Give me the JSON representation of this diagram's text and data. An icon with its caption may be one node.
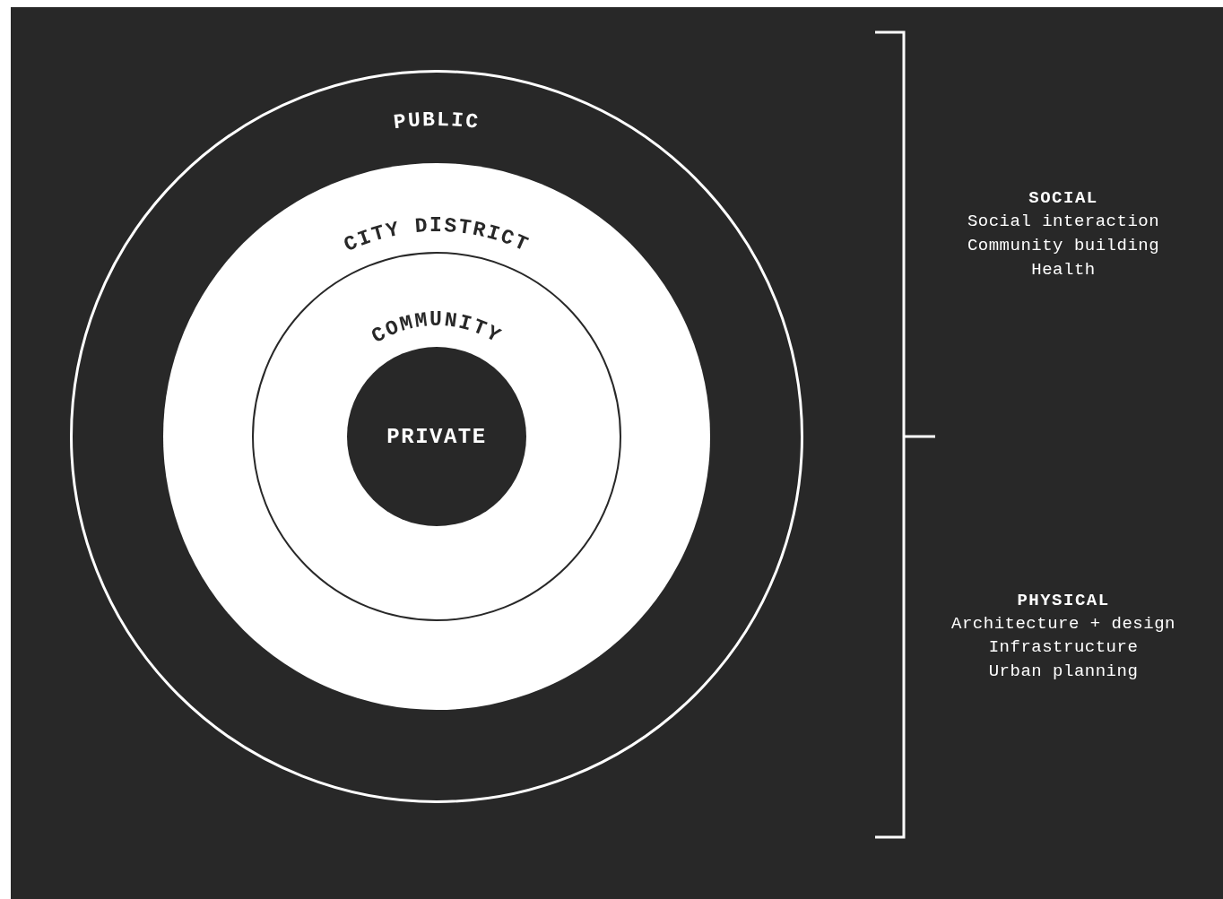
{
  "diagram": {
    "nodes": [
      {
        "text": [
          "PUBLIC"
        ]
      },
      {
        "text": [
          "CITY DISTRICT"
        ],
        "in": 0
      },
      {
        "text": [
          "COMMUNITY"
        ],
        "in": 1
      },
      {
        "text": [
          "PRIVATE"
        ],
        "in": 2
      }
    ],
    "labels": [
      "SOCIAL",
      "Social interaction",
      "Community building",
      "Health",
      "PHYSICAL",
      "Architecture + design",
      "Infrastructure",
      "Urban planning"
    ]
  }
}
